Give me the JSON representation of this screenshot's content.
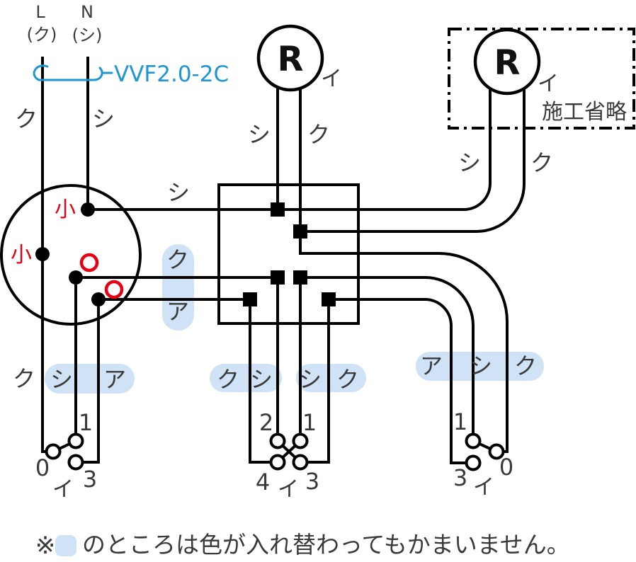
{
  "colors": {
    "wire": "#000000",
    "label": "#3a3a3a",
    "connector_red": "#e60012",
    "highlight_blue": "#cfe2f6",
    "cable_blue": "#1e96d4"
  },
  "power_source": {
    "l": "L",
    "n": "N",
    "l_color": "(ク)",
    "n_color": "(シ)",
    "l_feed": "ク",
    "n_feed": "シ"
  },
  "cable": {
    "label": "VVF2.0-2C"
  },
  "junction": {
    "sleeve_top": "小",
    "sleeve_left": "小",
    "line_shi": "シ",
    "hl_ku": "ク",
    "hl_a": "ア"
  },
  "lamp_left": {
    "symbol": "R",
    "circuit": "イ",
    "wire_l": "シ",
    "wire_r": "ク"
  },
  "lamp_right": {
    "symbol": "R",
    "circuit": "イ",
    "omission": "施工省略",
    "wire_l": "シ",
    "wire_r": "ク"
  },
  "sw_left": {
    "wire_plain": "ク",
    "hl": [
      "シ",
      "ア"
    ],
    "t1": "1",
    "t0": "0",
    "t3": "3",
    "circuit": "イ"
  },
  "sw_mid": {
    "hl_left": [
      "ク",
      "シ"
    ],
    "hl_right": [
      "シ",
      "ク"
    ],
    "t2": "2",
    "t1": "1",
    "t4": "4",
    "t3": "3",
    "circuit": "イ"
  },
  "sw_right": {
    "hl": [
      "ア",
      "シ",
      "ク"
    ],
    "t1": "1",
    "t0": "0",
    "t3": "3",
    "circuit": "イ"
  },
  "note": {
    "mark": "※",
    "text": "のところは色が入れ替わってもかまいません。"
  }
}
